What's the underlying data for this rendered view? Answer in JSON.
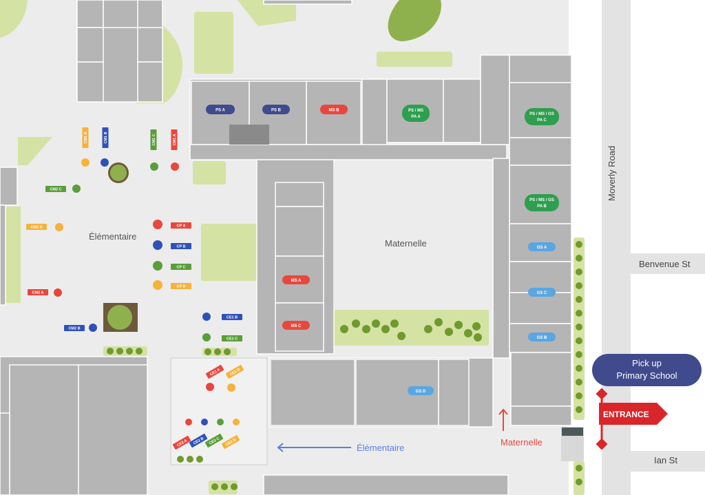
{
  "zones": {
    "elementaire": "Élémentaire",
    "maternelle": "Maternelle",
    "elementaire_arrow": "Élémentaire",
    "maternelle_arrow": "Maternelle"
  },
  "streets": {
    "moverly": "Moverly Road",
    "benvenue": "Benvenue St",
    "ian": "Ian St"
  },
  "pickup": {
    "line1": "Pick up",
    "line2": "Primary School"
  },
  "entrance": "ENTRANCE",
  "rooms": {
    "ps_a": "PS A",
    "ps_b": "PS B",
    "ms_b": "MS B",
    "ps_ms_pa_a_1": "PS / MS",
    "ps_ms_pa_a_2": "PA A",
    "ps_ms_gs_pa_c_1": "PS / MS / GS",
    "ps_ms_gs_pa_c_2": "PA C",
    "ps_ms_gs_pa_b_1": "PS / MS / GS",
    "ps_ms_gs_pa_b_2": "PA B",
    "gs_a": "GS A",
    "gs_c": "GS C",
    "gs_b": "GS B",
    "gs_d": "GS D",
    "ms_a": "MS A",
    "ms_c": "MS C"
  },
  "tags": {
    "cm1_d": "CM1 D",
    "cm1_b": "CM1 B",
    "cm1_c": "CM1 C",
    "cm1_a": "CM1 A",
    "cm2_c": "CM2 C",
    "cm2_d": "CM2 D",
    "cm2_a": "CM2 A",
    "cm2_b": "CM2 B",
    "cp_a": "CP A",
    "cp_b": "CP B",
    "cp_c": "CP C",
    "cp_d": "CP D",
    "ce1_b": "CE1 B",
    "ce1_c": "CE1 C",
    "ce1_a": "CE1 A",
    "ce1_d": "CE1 D",
    "ce2_a": "CE2 A",
    "ce2_b": "CE2 B",
    "ce2_c": "CE2 C",
    "ce2_d": "CE2 D"
  },
  "colors": {
    "building": "#b5b5b5",
    "ground": "#ececec",
    "grass": "#d4e2a3",
    "tree": "#8fb14d",
    "navy": "#3f4b8c",
    "red": "#e8473d",
    "green": "#2e9e4f",
    "light_blue": "#5aa6e0",
    "orange": "#f6b23a",
    "pickup": "#3f4b8c",
    "entrance": "#d9262b"
  }
}
